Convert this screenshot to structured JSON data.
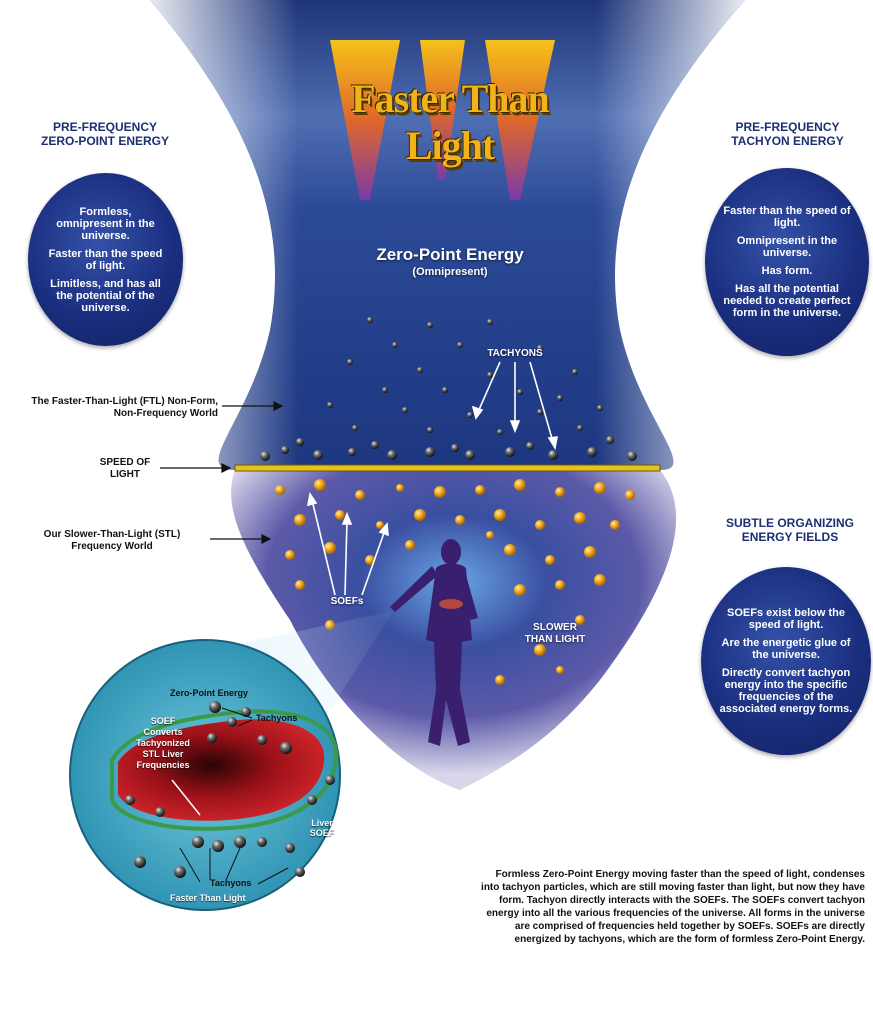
{
  "title": "Faster Than Light",
  "center": {
    "zpe_title": "Zero-Point Energy",
    "zpe_sub": "(Omnipresent)",
    "tachyons": "TACHYONS",
    "soefs": "SOEFs",
    "slower": "SLOWER THAN LIGHT"
  },
  "left_panel": {
    "heading": "PRE-FREQUENCY ZERO-POINT ENERGY",
    "lines": [
      "Formless, omnipresent in the universe.",
      "Faster than the speed of light.",
      "Limitless, and has all the potential of the universe."
    ]
  },
  "right_panel": {
    "heading": "PRE-FREQUENCY TACHYON ENERGY",
    "lines": [
      "Faster than the speed of light.",
      "Omnipresent in the universe.",
      "Has form.",
      "Has all the potential needed to create perfect form in the universe."
    ]
  },
  "soef_panel": {
    "heading": "SUBTLE ORGANIZING ENERGY FIELDS",
    "lines": [
      "SOEFs exist below the speed of light.",
      "Are the energetic glue of the universe.",
      "Directly convert tachyon energy into the specific frequencies of the associated energy forms."
    ]
  },
  "labels": {
    "ftl_world": "The Faster-Than-Light (FTL) Non-Form, Non-Frequency World",
    "speed_of_light": "SPEED OF LIGHT",
    "stl_world": "Our Slower-Than-Light (STL) Frequency World"
  },
  "inset": {
    "zpe": "Zero-Point Energy",
    "tachyons_top": "Tachyons",
    "soef_converts": "SOEF Converts Tachyonized STL Liver Frequencies",
    "liver_soef": "Liver SOEF",
    "tachyons_bottom": "Tachyons",
    "ftl": "Faster Than Light"
  },
  "summary": "Formless Zero-Point Energy moving faster than the speed of light, condenses into tachyon particles, which are still moving faster than light, but now they have form. Tachyon directly interacts with the SOEFs. The SOEFs convert tachyon energy into all the various frequencies of the universe. All forms in the universe are comprised of frequencies held together by SOEFs. SOEFs are directly energized by tachyons, which are the form of formless Zero-Point Energy.",
  "colors": {
    "navy": "#1c2f73",
    "funnel_top": "#27407f",
    "speed_line": "#e6c21a",
    "orb_gold": "#f0a21c",
    "liver_red": "#b3141c"
  }
}
